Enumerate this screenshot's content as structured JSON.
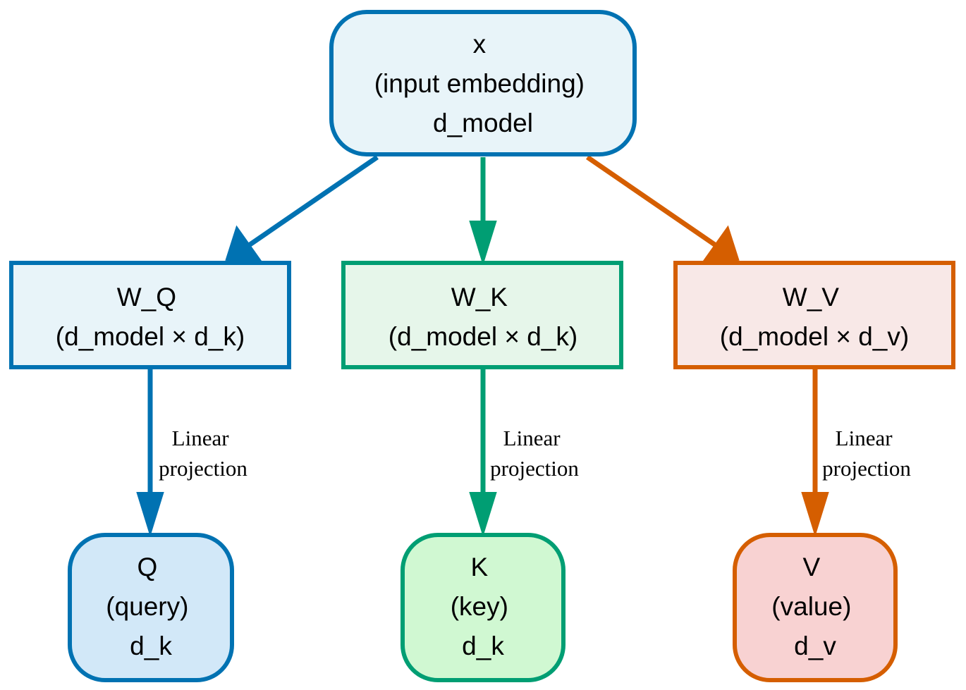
{
  "colors": {
    "blue_stroke": "#0072b2",
    "green_stroke": "#009e73",
    "orange_stroke": "#d55e00",
    "input_fill": "#e8f4f9",
    "wq_fill": "#e8f4f9",
    "wk_fill": "#e6f6ea",
    "wv_fill": "#f8e8e7",
    "q_fill": "#d2e8f8",
    "k_fill": "#d0f8d2",
    "v_fill": "#f8d2d2"
  },
  "nodes": {
    "x": {
      "line1": "x",
      "line2": "(input embedding)",
      "line3": "d_model"
    },
    "wq": {
      "line1": "W_Q",
      "line2": "(d_model × d_k)"
    },
    "wk": {
      "line1": "W_K",
      "line2": "(d_model × d_k)"
    },
    "wv": {
      "line1": "W_V",
      "line2": "(d_model × d_v)"
    },
    "q": {
      "line1": "Q",
      "line2": "(query)",
      "line3": "d_k"
    },
    "k": {
      "line1": "K",
      "line2": "(key)",
      "line3": "d_k"
    },
    "v": {
      "line1": "V",
      "line2": "(value)",
      "line3": "d_v"
    }
  },
  "edges": {
    "wq_q": {
      "line1": "Linear",
      "line2": "projection"
    },
    "wk_k": {
      "line1": "Linear",
      "line2": "projection"
    },
    "wv_v": {
      "line1": "Linear",
      "line2": "projection"
    }
  }
}
